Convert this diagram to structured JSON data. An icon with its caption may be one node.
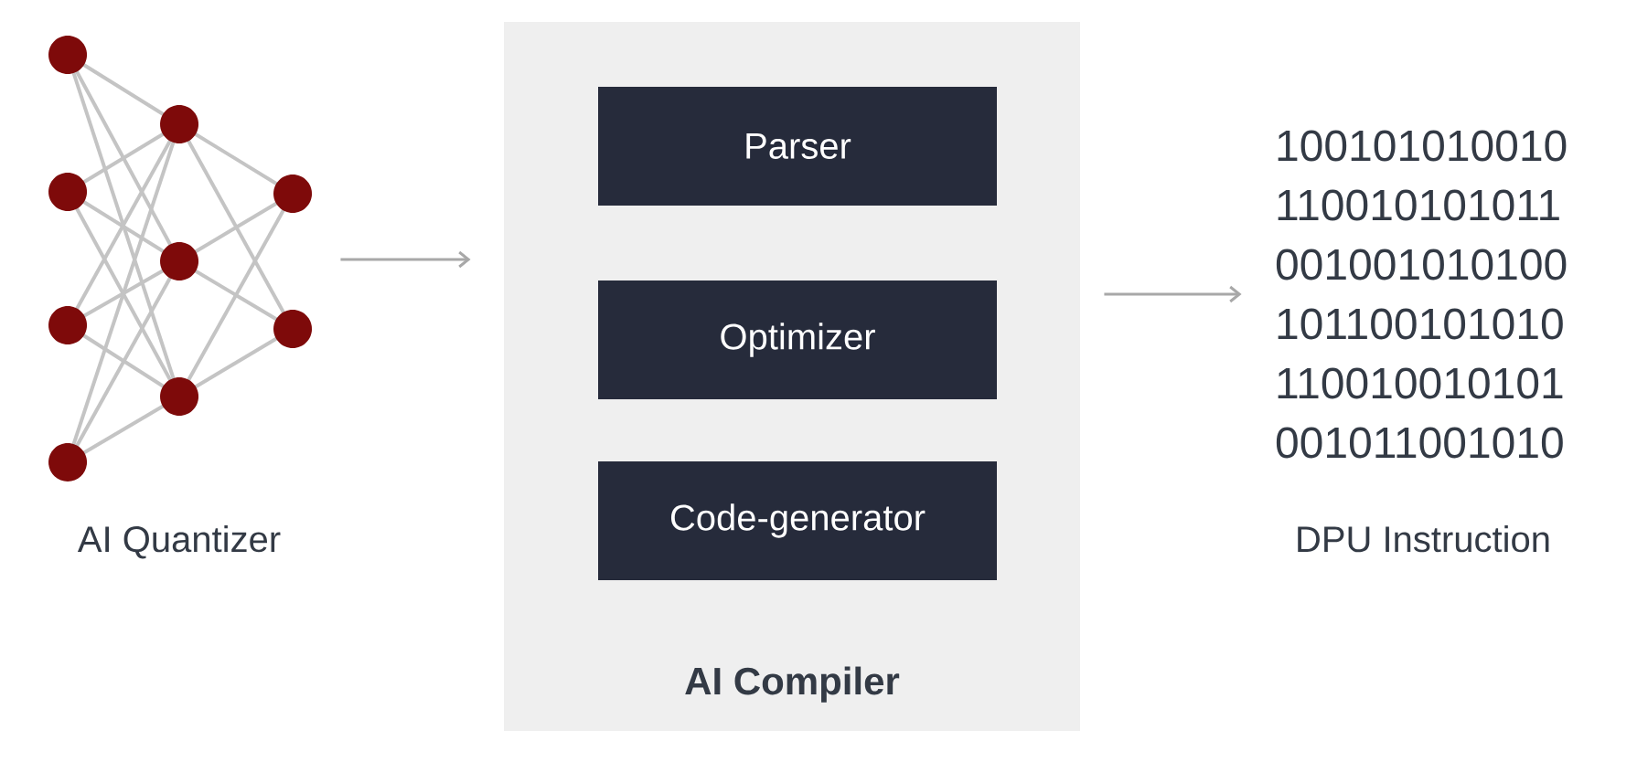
{
  "diagram": {
    "nodes": [
      {
        "text": [],
        "shape": "picture",
        "beside": [
          "AI Quantizer"
        ]
      },
      {
        "text": [
          "AI Compiler"
        ]
      },
      {
        "text": [
          "Parser"
        ],
        "in": 1
      },
      {
        "text": [
          "Optimizer"
        ],
        "in": 1
      },
      {
        "text": [
          "Code-generator"
        ],
        "in": 1
      },
      {
        "text": [
          "100101010010 110010101011 001001010100 101100101010 110010010101 001011001010"
        ],
        "beside": [
          "DPU Instruction"
        ]
      }
    ],
    "edges": [
      {
        "from": 0,
        "to": 1,
        "arrow": "to"
      },
      {
        "from": 1,
        "to": 5,
        "arrow": "to"
      }
    ]
  }
}
